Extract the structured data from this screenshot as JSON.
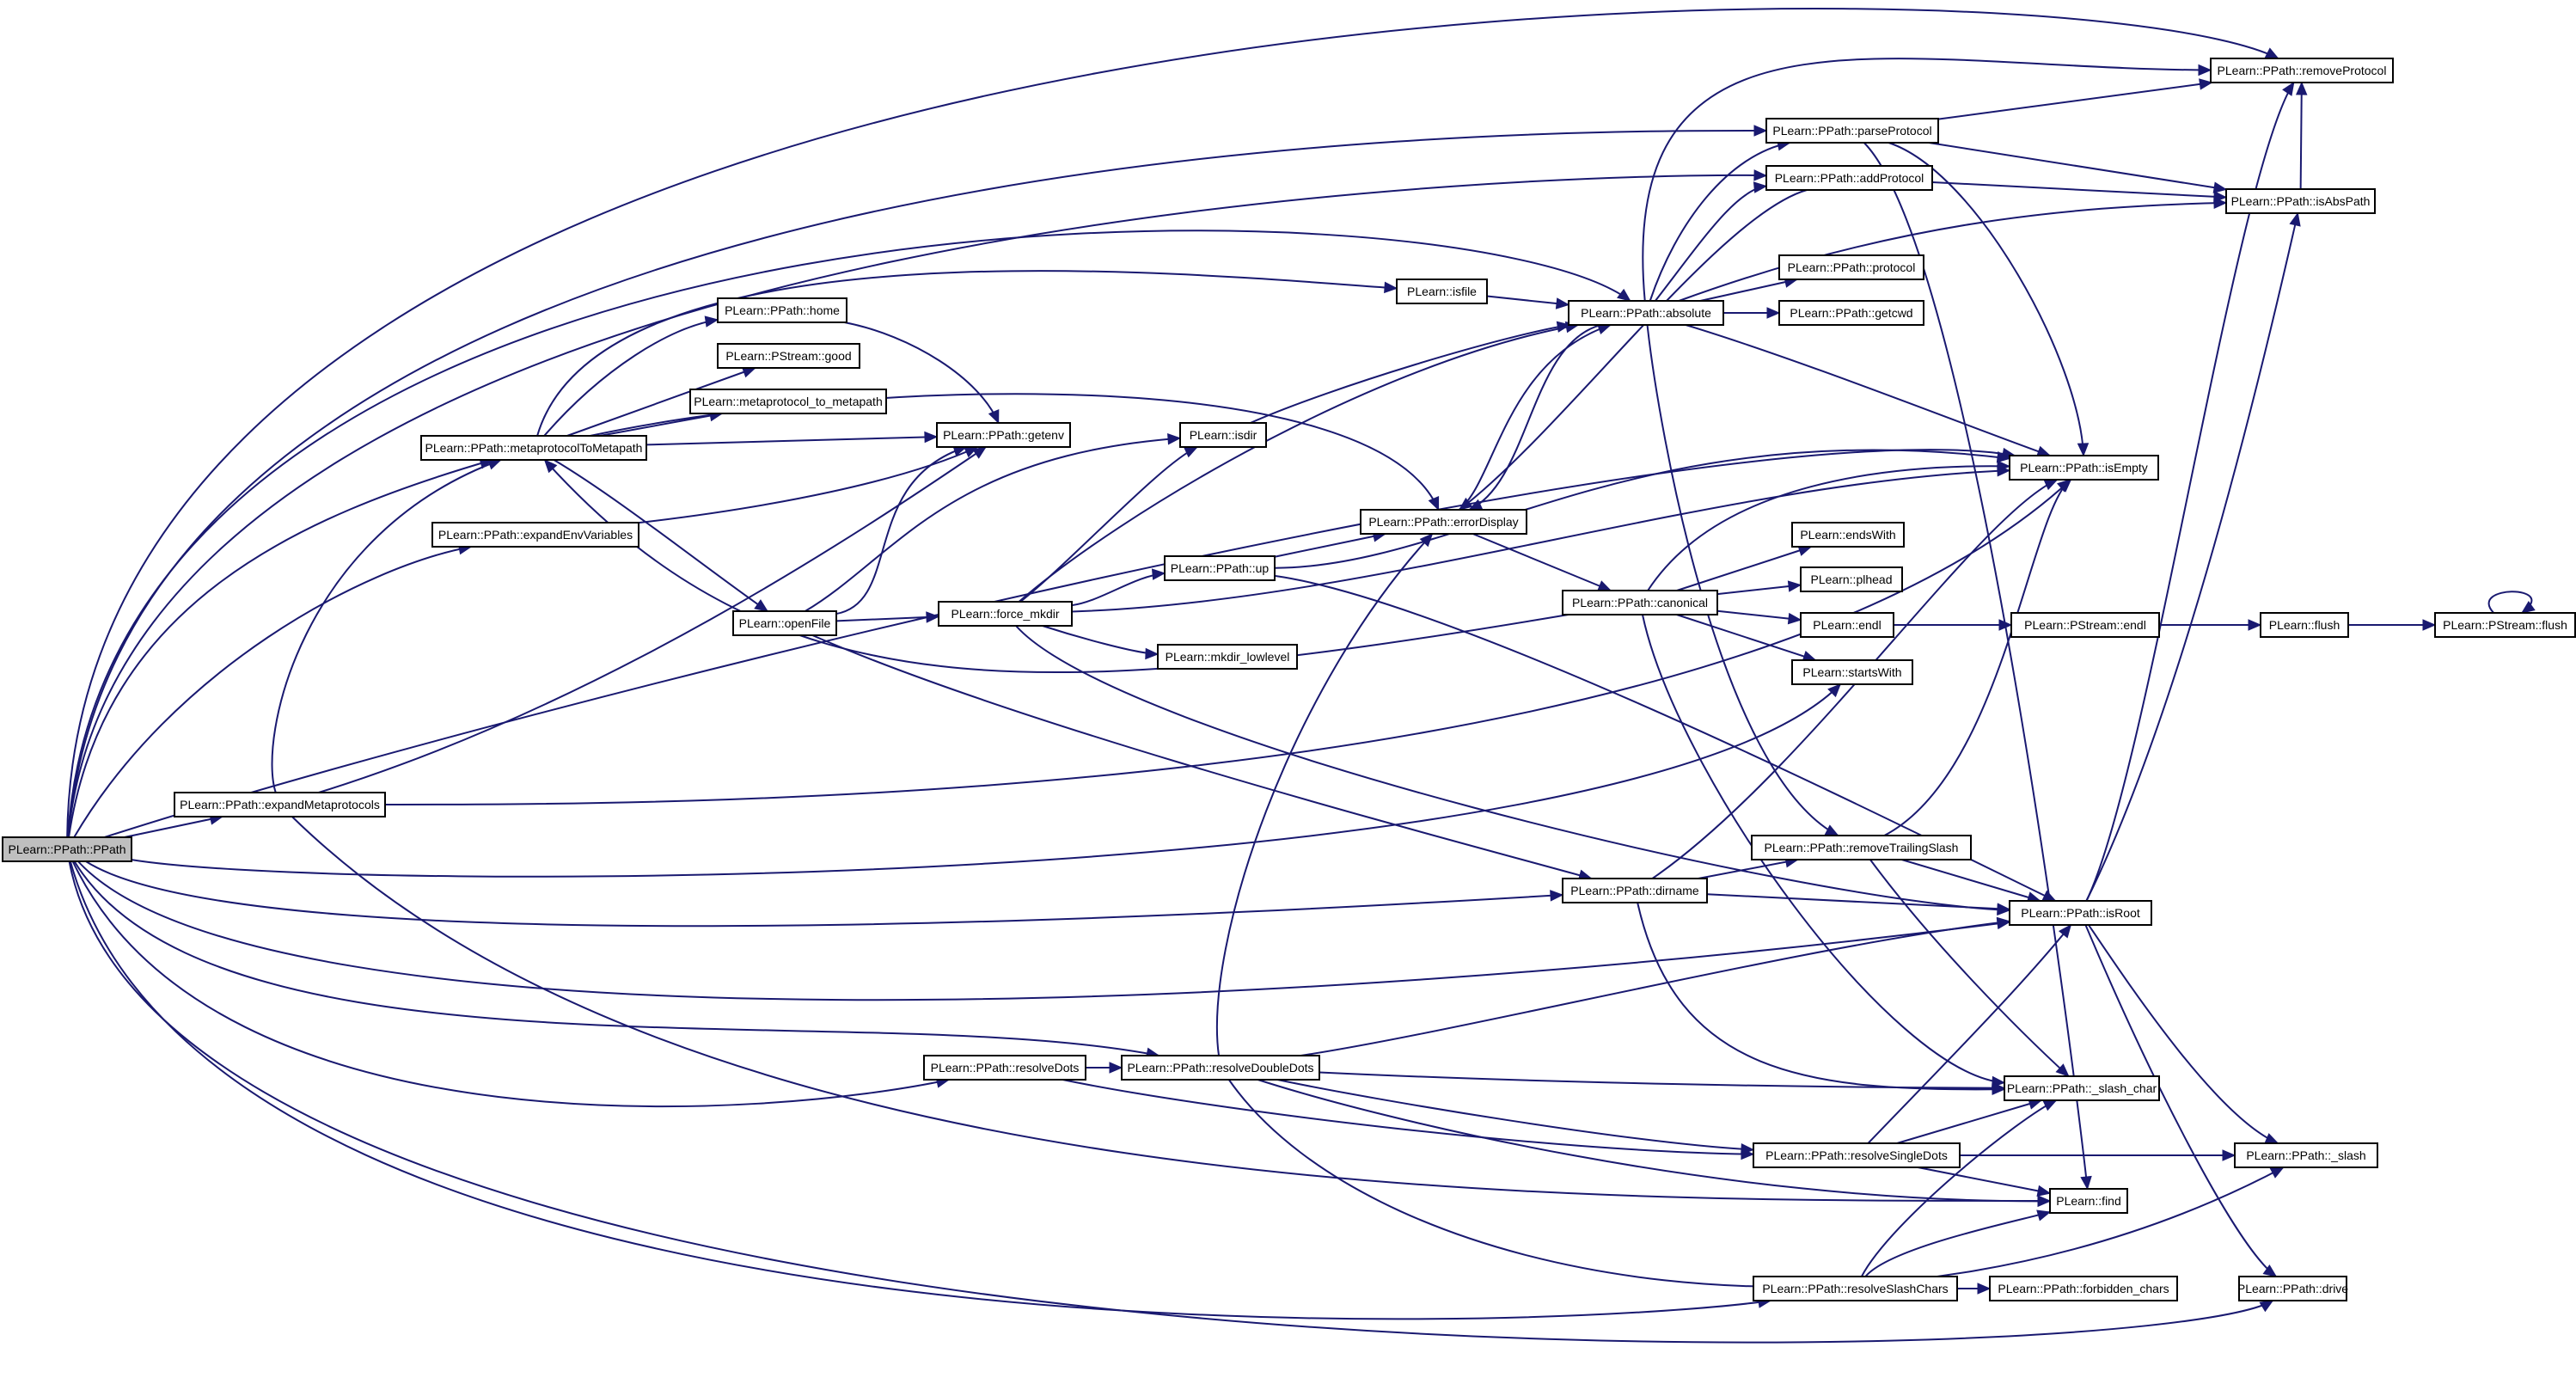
{
  "colors": {
    "edge": "#191970",
    "node_border": "#000000",
    "root_fill": "#bfbfbf",
    "node_fill": "#ffffff"
  },
  "nodes": {
    "PPath": "PLearn::PPath::PPath",
    "expandMetaprotocols": "PLearn::PPath::expandMetaprotocols",
    "expandEnvVariables": "PLearn::PPath::expandEnvVariables",
    "metaprotocolToMetapath": "PLearn::PPath::metaprotocolToMetapath",
    "home": "PLearn::PPath::home",
    "good": "PLearn::PStream::good",
    "metaprotocol_to_metapath": "PLearn::metaprotocol_to_metapath",
    "getenv": "PLearn::PPath::getenv",
    "openFile": "PLearn::openFile",
    "force_mkdir": "PLearn::force_mkdir",
    "mkdir_lowlevel": "PLearn::mkdir_lowlevel",
    "isdir": "PLearn::isdir",
    "up": "PLearn::PPath::up",
    "isfile": "PLearn::isfile",
    "errorDisplay": "PLearn::PPath::errorDisplay",
    "absolute": "PLearn::PPath::absolute",
    "protocol": "PLearn::PPath::protocol",
    "getcwd": "PLearn::PPath::getcwd",
    "parseProtocol": "PLearn::PPath::parseProtocol",
    "addProtocol": "PLearn::PPath::addProtocol",
    "removeProtocol": "PLearn::PPath::removeProtocol",
    "isAbsPath": "PLearn::PPath::isAbsPath",
    "isEmpty": "PLearn::PPath::isEmpty",
    "canonical": "PLearn::PPath::canonical",
    "endsWith": "PLearn::endsWith",
    "plhead": "PLearn::plhead",
    "endl": "PLearn::endl",
    "PStream_endl": "PLearn::PStream::endl",
    "flush": "PLearn::flush",
    "PStream_flush": "PLearn::PStream::flush",
    "startsWith": "PLearn::startsWith",
    "removeTrailingSlash": "PLearn::PPath::removeTrailingSlash",
    "dirname": "PLearn::PPath::dirname",
    "isRoot": "PLearn::PPath::isRoot",
    "resolveDots": "PLearn::PPath::resolveDots",
    "resolveDoubleDots": "PLearn::PPath::resolveDoubleDots",
    "slash_char": "PLearn::PPath::_slash_char",
    "resolveSingleDots": "PLearn::PPath::resolveSingleDots",
    "slash": "PLearn::PPath::_slash",
    "find": "PLearn::find",
    "resolveSlashChars": "PLearn::PPath::resolveSlashChars",
    "forbidden_chars": "PLearn::PPath::forbidden_chars",
    "drive": "PLearn::PPath::drive"
  }
}
